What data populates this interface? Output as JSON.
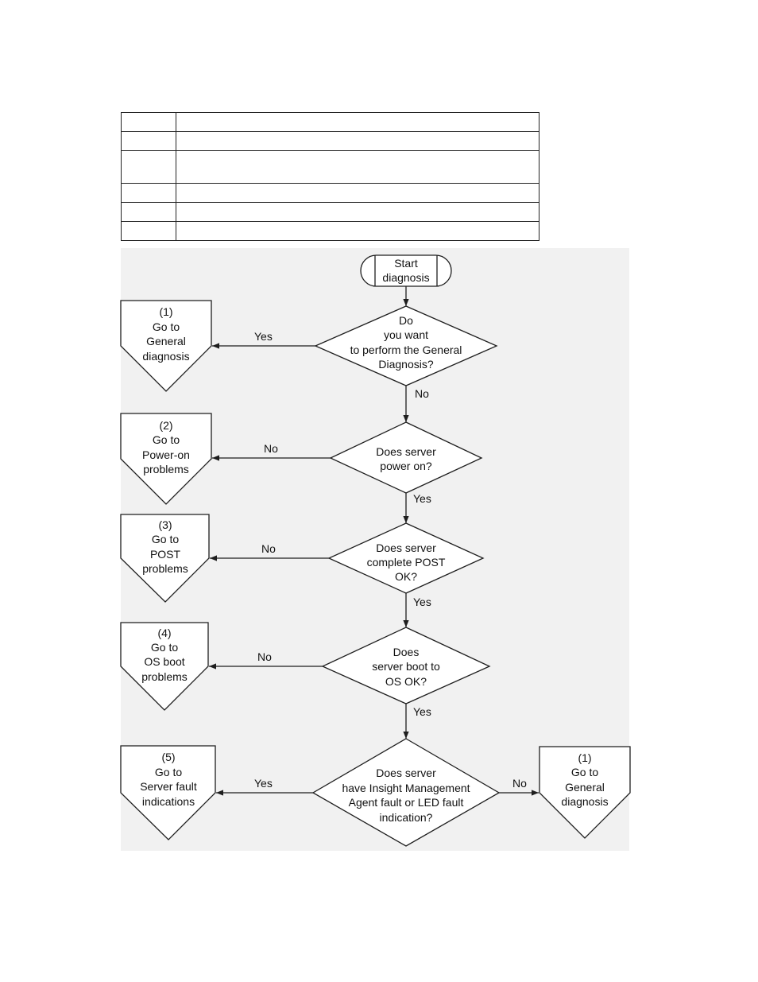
{
  "legend_table": {
    "rows": [
      {
        "item": "",
        "see": ""
      },
      {
        "item": "",
        "see": ""
      },
      {
        "item": "",
        "see": ""
      },
      {
        "item": "",
        "see": ""
      },
      {
        "item": "",
        "see": ""
      },
      {
        "item": "",
        "see": ""
      }
    ]
  },
  "flowchart": {
    "start": [
      "Start",
      "diagnosis"
    ],
    "decisions": {
      "general": [
        "Do",
        "you want",
        "to perform the General",
        "Diagnosis?"
      ],
      "power": [
        "Does server",
        "power on?"
      ],
      "post": [
        "Does server",
        "complete POST",
        "OK?"
      ],
      "boot": [
        "Does",
        "server boot to",
        "OS OK?"
      ],
      "fault": [
        "Does server",
        "have Insight Management",
        "Agent fault or LED fault",
        "indication?"
      ]
    },
    "refs": {
      "ref1": [
        "(1)",
        "Go to",
        "General",
        "diagnosis"
      ],
      "ref2": [
        "(2)",
        "Go to",
        "Power-on",
        "problems"
      ],
      "ref3": [
        "(3)",
        "Go to",
        "POST",
        "problems"
      ],
      "ref4": [
        "(4)",
        "Go to",
        "OS boot",
        "problems"
      ],
      "ref5": [
        "(5)",
        "Go to",
        "Server fault",
        "indications"
      ],
      "ref1b": [
        "(1)",
        "Go to",
        "General",
        "diagnosis"
      ]
    },
    "edge_labels": {
      "general_yes": "Yes",
      "general_no": "No",
      "power_no": "No",
      "power_yes": "Yes",
      "post_no": "No",
      "post_yes": "Yes",
      "boot_no": "No",
      "boot_yes": "Yes",
      "fault_yes": "Yes",
      "fault_no": "No"
    }
  }
}
